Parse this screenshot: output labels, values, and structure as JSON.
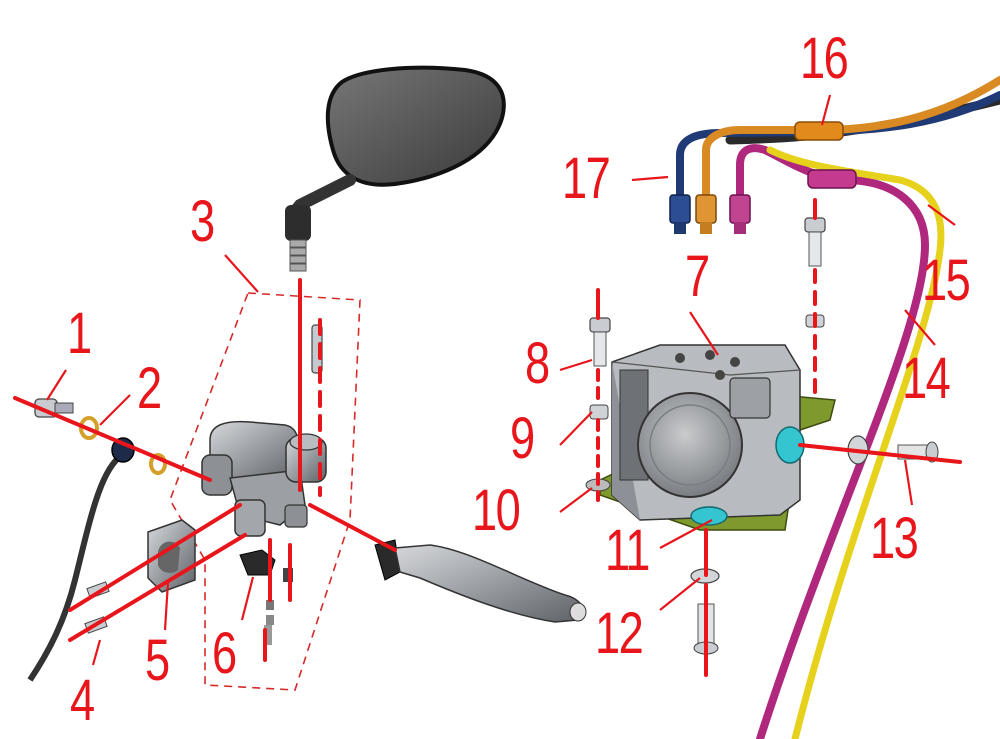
{
  "diagram": {
    "callouts": [
      {
        "id": "1",
        "text": "1"
      },
      {
        "id": "2",
        "text": "2"
      },
      {
        "id": "3",
        "text": "3"
      },
      {
        "id": "4",
        "text": "4"
      },
      {
        "id": "5",
        "text": "5"
      },
      {
        "id": "6",
        "text": "6"
      },
      {
        "id": "7",
        "text": "7"
      },
      {
        "id": "8",
        "text": "8"
      },
      {
        "id": "9",
        "text": "9"
      },
      {
        "id": "10",
        "text": "10"
      },
      {
        "id": "11",
        "text": "11"
      },
      {
        "id": "12",
        "text": "12"
      },
      {
        "id": "13",
        "text": "13"
      },
      {
        "id": "14",
        "text": "14"
      },
      {
        "id": "15",
        "text": "15"
      },
      {
        "id": "16",
        "text": "16"
      },
      {
        "id": "17",
        "text": "17"
      }
    ],
    "colors": {
      "callout": "#e8151b",
      "metal": "#8a8d91",
      "dark": "#2b2b2b",
      "hose_blue": "#1f3a75",
      "hose_orange": "#d98a22",
      "hose_yellow": "#e6d21c",
      "hose_magenta": "#b0287d",
      "bracket": "#7f9a2c",
      "cyan": "#34c5d0"
    }
  }
}
